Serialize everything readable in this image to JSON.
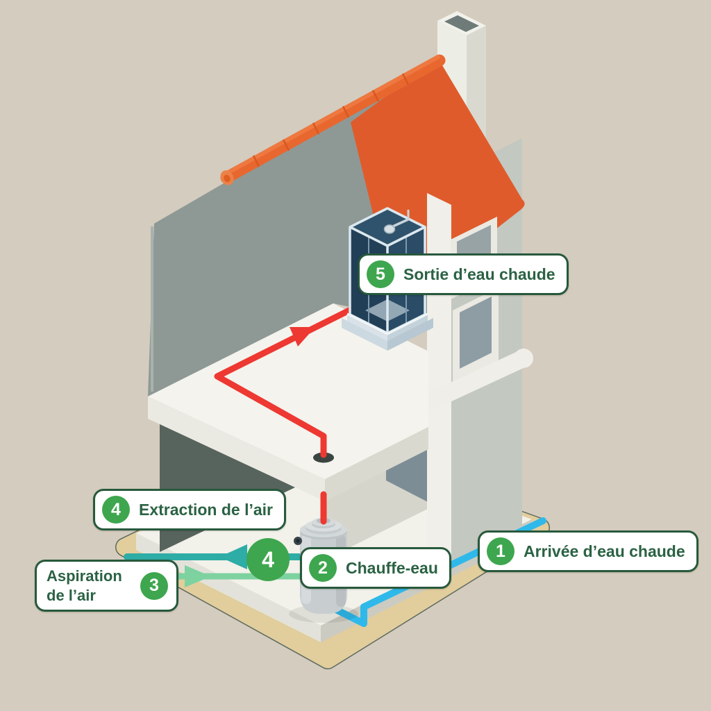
{
  "badges": [
    {
      "number": "1",
      "label": "Arrivée d’eau chaude"
    },
    {
      "number": "2",
      "label": "Chauffe-eau"
    },
    {
      "number": "3",
      "label": "Aspiration de l’air"
    },
    {
      "number": "4",
      "label": "Extraction de l’air"
    },
    {
      "number": "5",
      "label": "Sortie d’eau chaude"
    }
  ],
  "floating_marker": {
    "number": "4"
  },
  "palette": {
    "background": "#d4ccbe",
    "roof_orange": "#e05b2b",
    "ridge_tile": "#e8672f",
    "wall_gray": "#8e9995",
    "inner_wall_dark": "#57645d",
    "platform_sand": "#e2cd9d",
    "floor_white": "#f4f3ed",
    "pipe_hot_red": "#ee3832",
    "pipe_cold_blue": "#2fb9ea",
    "pipe_extract_teal": "#2eaca6",
    "pipe_intake_green": "#7ed2a0",
    "badge_green": "#3ea64e",
    "badge_border": "#27593c",
    "badge_text": "#2b6243"
  }
}
